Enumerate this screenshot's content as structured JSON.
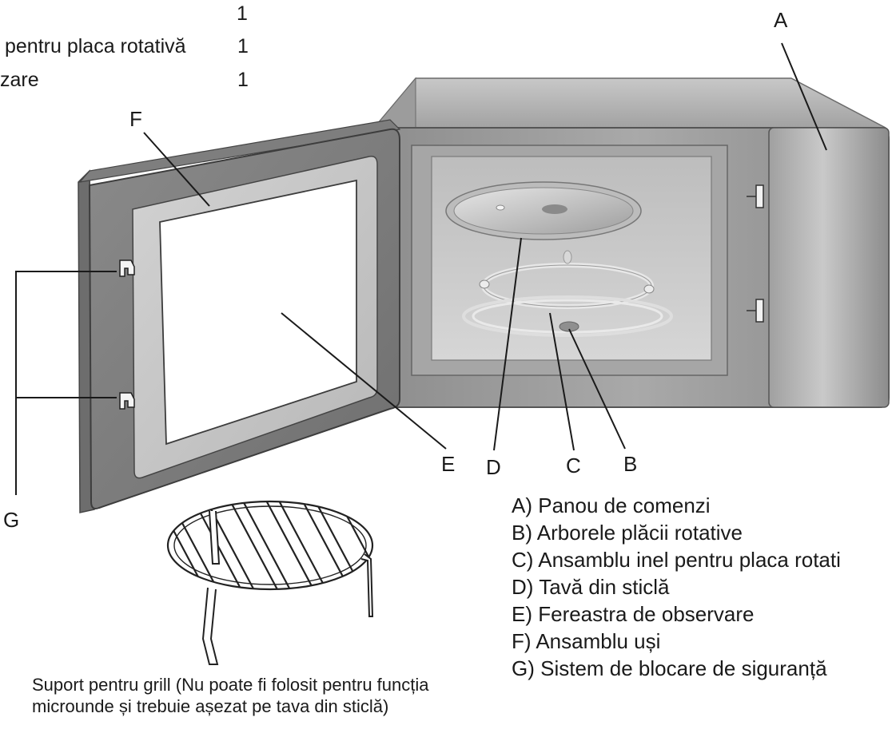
{
  "top_list": [
    {
      "text": "",
      "qty": "1"
    },
    {
      "text": "pentru placa rotativă",
      "qty": "1"
    },
    {
      "text": "zare",
      "qty": "1"
    }
  ],
  "callouts": {
    "A": "A",
    "B": "B",
    "C": "C",
    "D": "D",
    "E": "E",
    "F": "F",
    "G": "G"
  },
  "legend": [
    "A) Panou de comenzi",
    "B) Arborele plăcii rotative",
    "C) Ansamblu inel pentru placa rotati",
    "D) Tavă din sticlă",
    "E) Fereastra de observare",
    "F) Ansamblu uși",
    "G) Sistem de blocare de siguranță"
  ],
  "caption": "Suport pentru grill (Nu poate fi folosit pentru funcția microunde și trebuie așezat pe tava din sticlă)"
}
